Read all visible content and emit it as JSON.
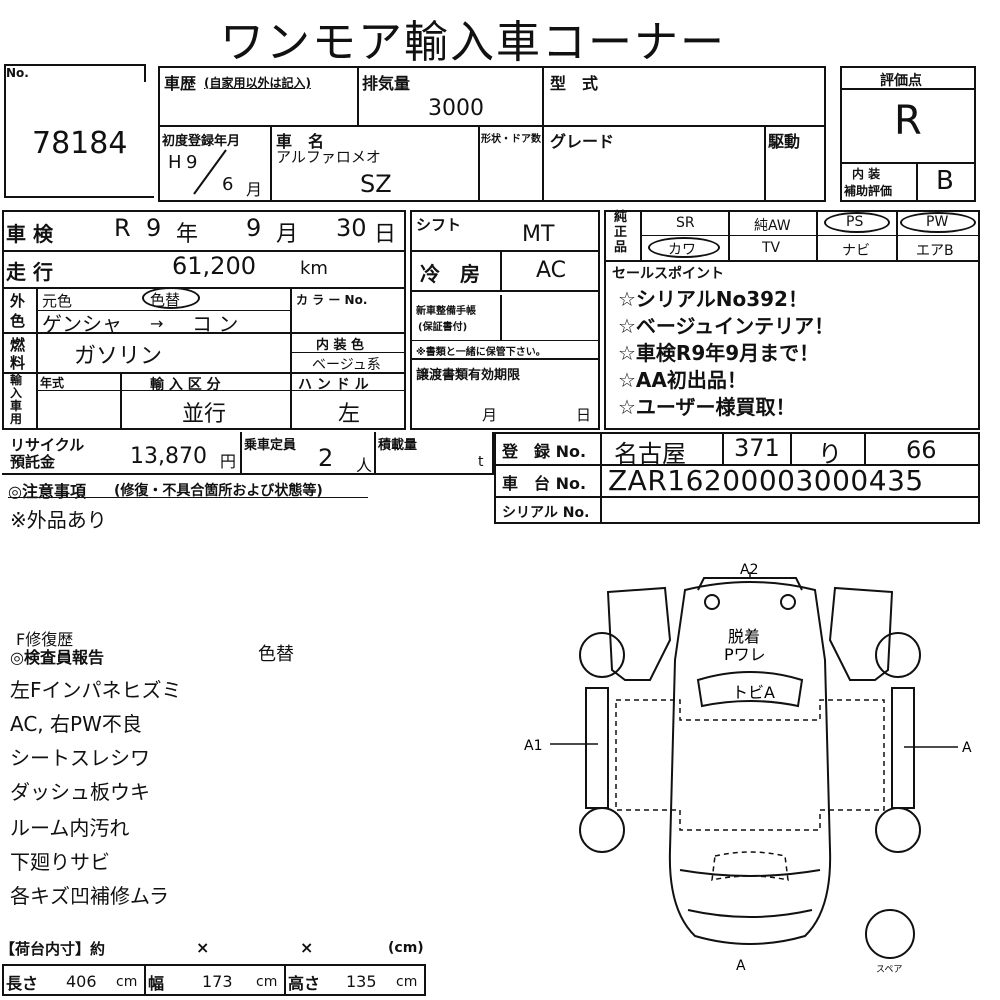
{
  "header": {
    "title": "ワンモア輸入車コーナー"
  },
  "lot": {
    "label": "No.",
    "number": "78184"
  },
  "history": {
    "label": "車歴",
    "note": "(自家用以外は記入)"
  },
  "displacement": {
    "label": "排気量",
    "value": "3000"
  },
  "model_type": {
    "label": "型　式",
    "value": ""
  },
  "score": {
    "label": "評価点",
    "value": "R",
    "interior_label_1": "内 装",
    "interior_label_2": "補助評価",
    "interior_value": "B"
  },
  "first_reg": {
    "label": "初度登録年月",
    "era": "H",
    "year": "9",
    "month": "6",
    "month_unit": "月"
  },
  "car_name": {
    "label": "車　名",
    "maker": "アルファロメオ",
    "name": "SZ"
  },
  "body_doors": {
    "label": "形状・ドア数"
  },
  "grade": {
    "label": "グレード"
  },
  "drive": {
    "label": "駆動"
  },
  "inspection": {
    "label": "車 検",
    "era": "R",
    "year": "9",
    "year_unit": "年",
    "month": "9",
    "month_unit": "月",
    "day": "30",
    "day_unit": "日"
  },
  "shift": {
    "label": "シフト",
    "value": "MT"
  },
  "mileage": {
    "label": "走 行",
    "value": "61,200",
    "unit": "km"
  },
  "ac": {
    "label": "冷　房",
    "value": "AC"
  },
  "color": {
    "label_1": "外",
    "label_2": "色",
    "orig_label": "元色",
    "repaint": "色替",
    "value_from": "ゲンシャ",
    "arrow": "→",
    "value_to": "コ ン",
    "color_no_label": "カ ラ ー No."
  },
  "fuel": {
    "label_1": "燃",
    "label_2": "料",
    "value": "ガソリン"
  },
  "interior_color": {
    "label": "内 装 色",
    "value": "ベージュ系"
  },
  "warranty": {
    "label_1": "新車整備手帳",
    "label_2": "(保証書付)",
    "note": "※書類と一緒に保管下さい。"
  },
  "import_block": {
    "label_1": "輸",
    "label_2": "入",
    "label_3": "車",
    "label_4": "用",
    "year_label": "年式",
    "import_type_label": "輸 入 区 分",
    "import_type": "並行",
    "handle_label": "ハ ン ド ル",
    "handle": "左"
  },
  "transfer": {
    "label": "譲渡書類有効期限",
    "month_unit": "月",
    "day_unit": "日"
  },
  "equipment": {
    "label_1": "純",
    "label_2": "正",
    "label_3": "品",
    "row1": [
      "SR",
      "純AW",
      "PS",
      "PW"
    ],
    "row2": [
      "カワ",
      "TV",
      "ナビ",
      "エアB"
    ]
  },
  "sales_points": {
    "label": "セールスポイント",
    "items": [
      "☆シリアルNo392！",
      "☆ベージュインテリア！",
      "☆車検R9年9月まで！",
      "☆AA初出品！",
      "☆ユーザー様買取！"
    ]
  },
  "recycle": {
    "label_1": "リサイクル",
    "label_2": "預託金",
    "value": "13,870",
    "unit": "円"
  },
  "capacity": {
    "label": "乗車定員",
    "value": "2",
    "unit": "人"
  },
  "load": {
    "label": "積載量",
    "unit": "t"
  },
  "registration": {
    "label": "登　録 No.",
    "area": "名古屋",
    "class": "371",
    "kana": "り",
    "number": "66"
  },
  "chassis": {
    "label": "車　台 No.",
    "value": "ZAR16200003000435"
  },
  "serial": {
    "label": "シリアル No."
  },
  "notes": {
    "label": "◎注意事項",
    "label_note": "(修復・不具合箇所および状態等)",
    "text": "※外品あり"
  },
  "report": {
    "history_label": "F修復歴",
    "title": "◎検査員報告",
    "repaint": "色替",
    "items": [
      "左Fインパネヒズミ",
      "AC, 右PW不良",
      "シートスレシワ",
      "ダッシュ板ウキ",
      "ルーム内汚れ",
      "下廻りサビ",
      "各キズ凹補修ムラ"
    ]
  },
  "diagram": {
    "top_mark": "A2",
    "left_mark": "A1",
    "right_mark": "A",
    "bottom_mark": "A",
    "note_1": "脱着",
    "note_2": "Pワレ",
    "glass_note": "トビA",
    "spare": "スペア"
  },
  "cargo": {
    "label": "【荷台内寸】約",
    "x1": "×",
    "x2": "×",
    "unit": "(cm)",
    "length_label": "長さ",
    "length": "406",
    "width_label": "幅",
    "width": "173",
    "height_label": "高さ",
    "height": "135",
    "cm": "cm"
  }
}
